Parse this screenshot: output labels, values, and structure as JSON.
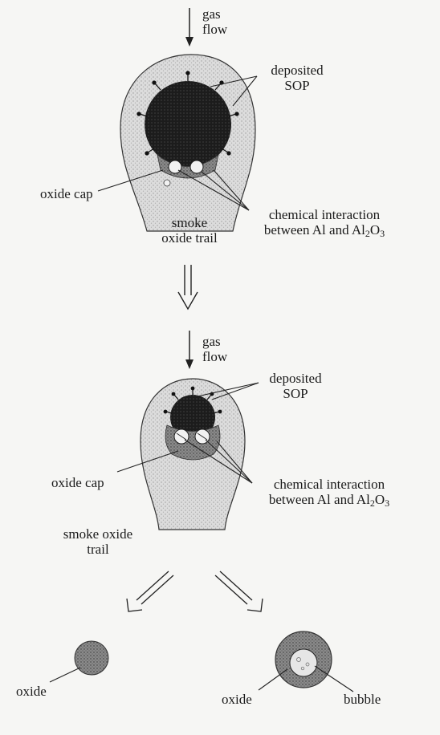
{
  "stage1": {
    "gas_flow": [
      "gas",
      "flow"
    ],
    "deposited_sop": [
      "deposited",
      "SOP"
    ],
    "oxide_cap": "oxide cap",
    "smoke_trail": [
      "smoke",
      "oxide trail"
    ],
    "chem_line1": "chemical interaction",
    "chem_line2_prefix": "between Al and Al",
    "chem_sub1": "2",
    "chem_mid": "O",
    "chem_sub2": "3"
  },
  "stage2": {
    "gas_flow": [
      "gas",
      "flow"
    ],
    "deposited_sop": [
      "deposited",
      "SOP"
    ],
    "oxide_cap": "oxide cap",
    "smoke_trail": [
      "smoke oxide",
      "trail"
    ],
    "chem_line1": "chemical interaction",
    "chem_line2_prefix": "between Al and Al",
    "chem_sub1": "2",
    "chem_mid": "O",
    "chem_sub2": "3"
  },
  "products": {
    "left_label": "oxide",
    "right_oxide_label": "oxide",
    "right_bubble_label": "bubble"
  }
}
